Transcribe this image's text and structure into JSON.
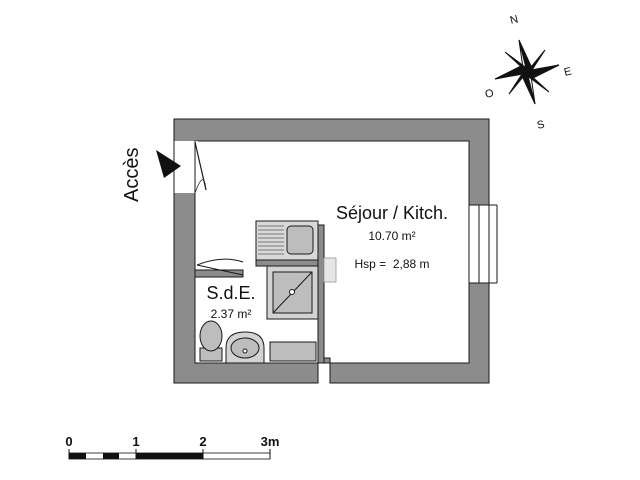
{
  "rooms": {
    "living": {
      "name": "Séjour / Kitch.",
      "area": "10.70 m²",
      "ceiling_height": "Hsp =  2,88 m"
    },
    "bathroom": {
      "name": "S.d.E.",
      "area": "2.37 m²"
    }
  },
  "access": {
    "label": "Accès"
  },
  "compass": {
    "north": "N",
    "east": "E",
    "south": "S",
    "west": "O"
  },
  "scale_bar": {
    "ticks": [
      "0",
      "1",
      "2",
      "3m"
    ]
  },
  "colors": {
    "wall": "#8c8c8c",
    "wall_edge": "#1a1a1a",
    "fixture": "#bdbdbd"
  }
}
